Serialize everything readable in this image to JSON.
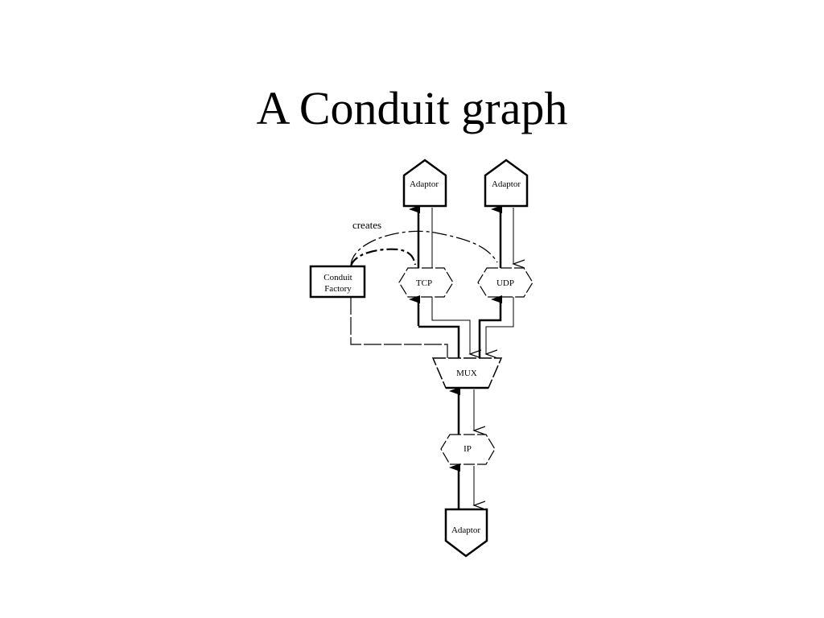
{
  "title": "A Conduit graph",
  "nodes": {
    "adaptor_tcp": "Adaptor",
    "adaptor_udp": "Adaptor",
    "conduit_factory_line1": "Conduit",
    "conduit_factory_line2": "Factory",
    "tcp": "TCP",
    "udp": "UDP",
    "mux": "MUX",
    "ip": "IP",
    "adaptor_bottom": "Adaptor"
  },
  "annotations": {
    "creates": "creates"
  }
}
